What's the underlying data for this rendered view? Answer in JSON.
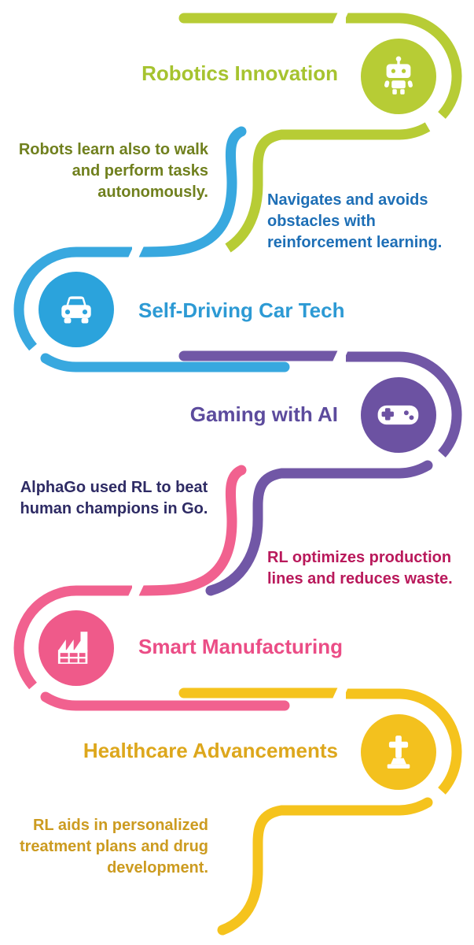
{
  "page": {
    "background": "#ffffff",
    "theme": "reinforcement-learning-applications-infographic"
  },
  "sections": [
    {
      "title": "Robotics Innovation",
      "description": "Robots learn also to walk\nand perform tasks\nautonomously.",
      "icon": "robot-icon",
      "side": "right",
      "colors": {
        "path": "#b7cc35",
        "node": "#b7cc35",
        "title": "#a6c32f",
        "description": "#70801e"
      }
    },
    {
      "title": "Self-Driving Car Tech",
      "description": "Navigates and avoids\nobstacles with\nreinforcement learning.",
      "icon": "car-icon",
      "side": "left",
      "colors": {
        "path": "#38a8df",
        "node": "#2ba3dc",
        "title": "#2d9ad4",
        "description": "#1e6fb6"
      }
    },
    {
      "title": "Gaming with AI",
      "description": "AlphaGo used RL to beat\nhuman champions in Go.",
      "icon": "gamepad-icon",
      "side": "right",
      "colors": {
        "path": "#7157a6",
        "node": "#6c52a2",
        "title": "#5c4b9d",
        "description": "#2e2b64"
      }
    },
    {
      "title": "Smart Manufacturing",
      "description": "RL optimizes production\nlines and reduces waste.",
      "icon": "factory-icon",
      "side": "left",
      "colors": {
        "path": "#f1618f",
        "node": "#ef5a8a",
        "title": "#eb4d86",
        "description": "#b9195b"
      }
    },
    {
      "title": "Healthcare Advancements",
      "description": "RL aids in personalized\ntreatment plans and drug\ndevelopment.",
      "icon": "cross-icon",
      "side": "right",
      "colors": {
        "path": "#f5c31d",
        "node": "#f3c11e",
        "title": "#dda71c",
        "description": "#cc9b20"
      }
    }
  ]
}
